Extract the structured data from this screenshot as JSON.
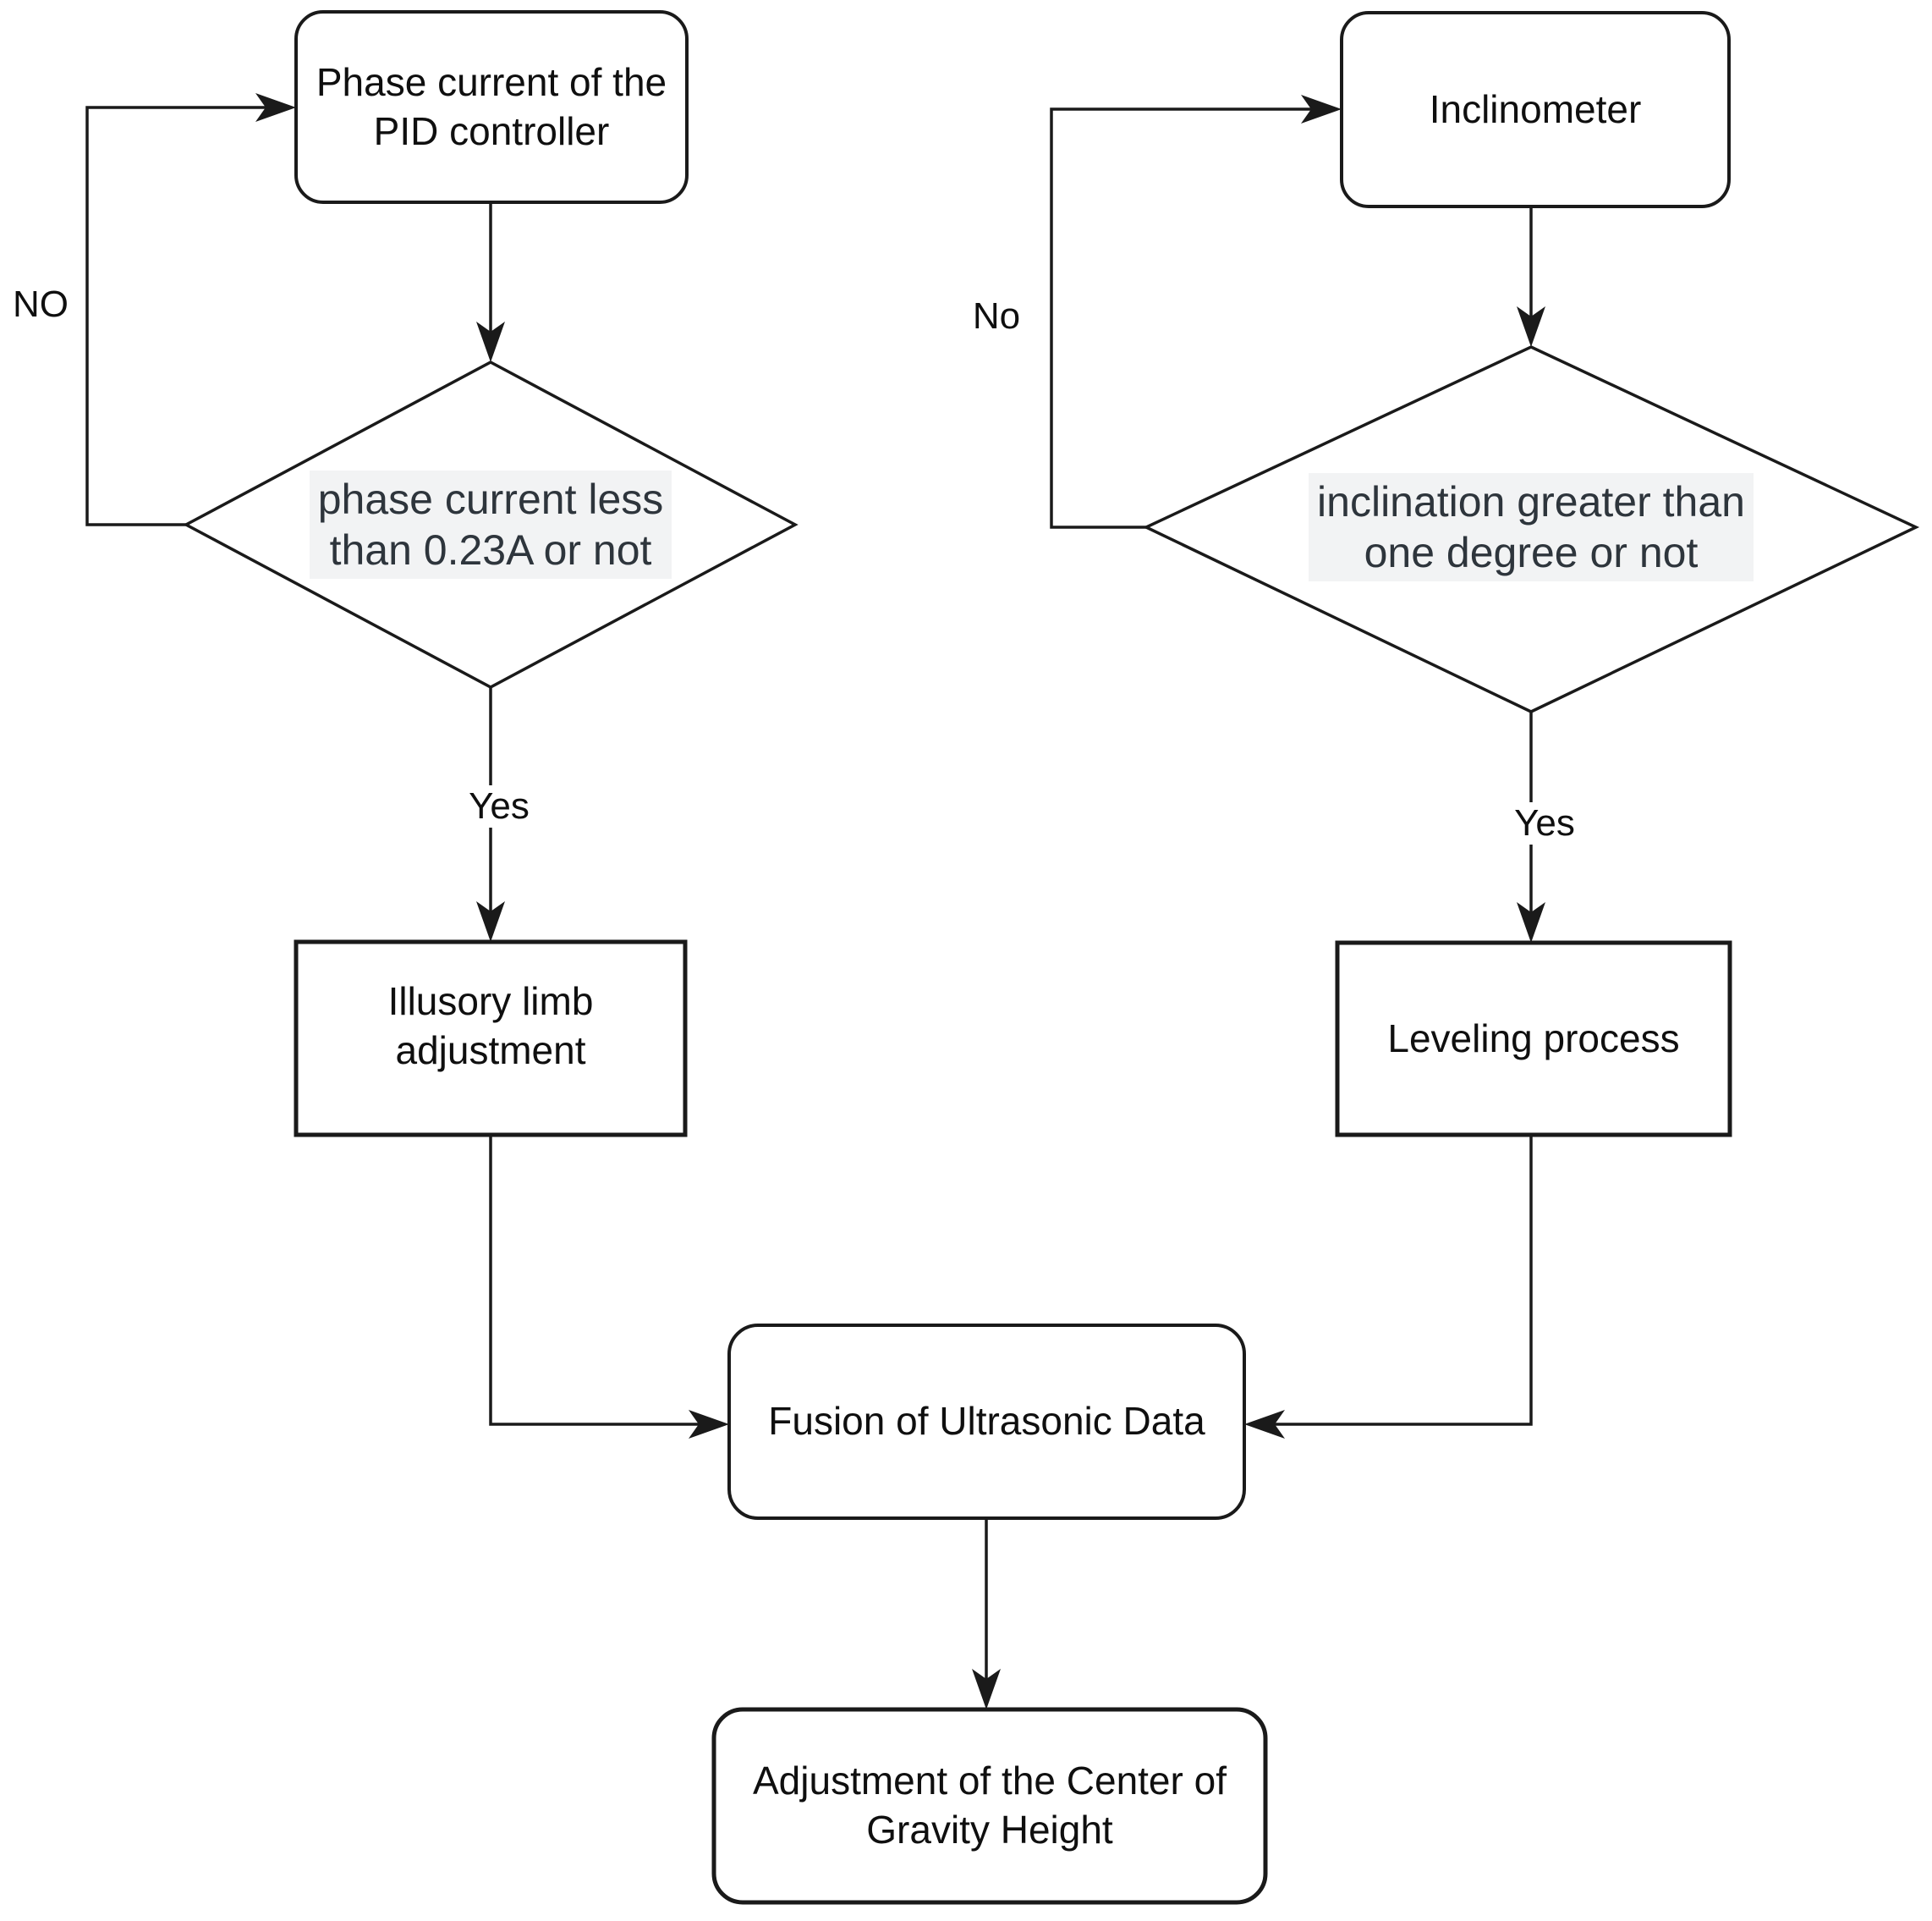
{
  "diagram": {
    "type": "flowchart",
    "colors": {
      "background": "#ffffff",
      "stroke": "#1a1a1a",
      "node_text": "#0f0f0f",
      "decision_text": "#2e353c",
      "decision_highlight": "#f2f3f4"
    },
    "nodes": {
      "phase_current": {
        "shape": "rounded-rect",
        "label": "Phase current of the\nPID controller"
      },
      "decision_phase": {
        "shape": "diamond",
        "label": "phase current less\nthan 0.23A or not"
      },
      "illusory_limb": {
        "shape": "rect",
        "label": "Illusory limb\nadjustment"
      },
      "inclinometer": {
        "shape": "rounded-rect",
        "label": "Inclinometer"
      },
      "decision_inclination": {
        "shape": "diamond",
        "label": "inclination greater than\none degree or not"
      },
      "leveling": {
        "shape": "rect",
        "label": "Leveling process"
      },
      "fusion": {
        "shape": "rounded-rect",
        "label": "Fusion of Ultrasonic Data"
      },
      "adjustment": {
        "shape": "rounded-rect",
        "label": "Adjustment of the Center of\nGravity Height"
      }
    },
    "edge_labels": {
      "no_left": "NO",
      "yes_left": "Yes",
      "no_right": "No",
      "yes_right": "Yes"
    }
  }
}
